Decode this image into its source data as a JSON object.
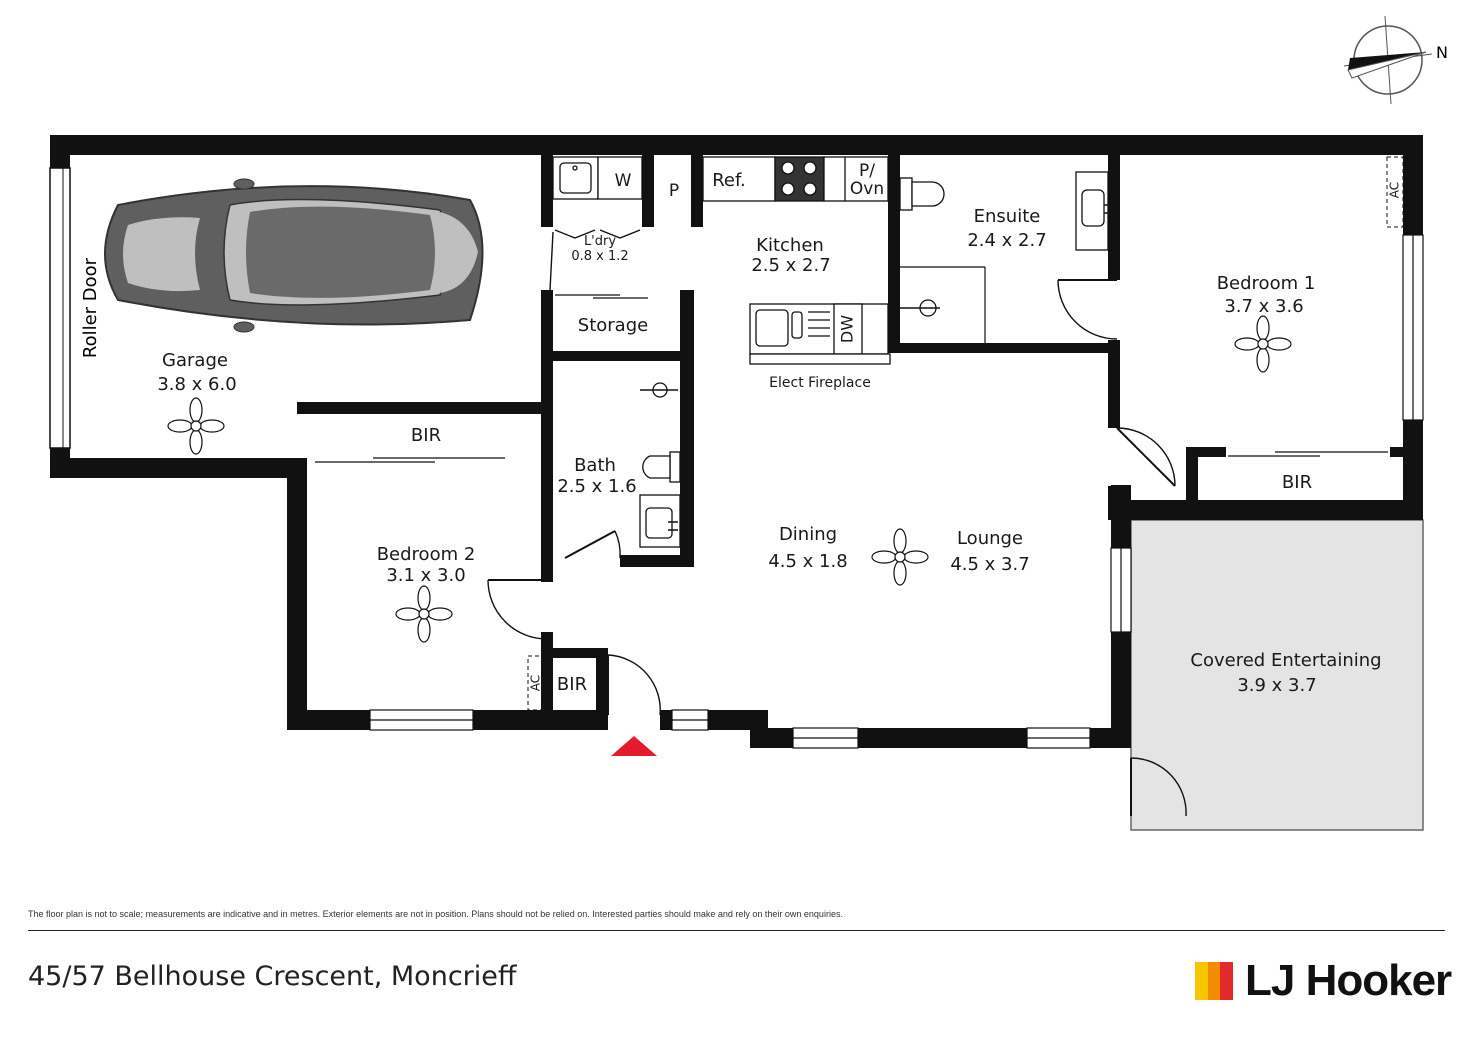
{
  "plan": {
    "rooms": {
      "garage": {
        "name": "Garage",
        "size": "3.8 x 6.0"
      },
      "laundry": {
        "name": "L'dry",
        "size": "0.8 x 1.2"
      },
      "kitchen": {
        "name": "Kitchen",
        "size": "2.5 x 2.7"
      },
      "ensuite": {
        "name": "Ensuite",
        "size": "2.4 x 2.7"
      },
      "bedroom1": {
        "name": "Bedroom 1",
        "size": "3.7 x 3.6"
      },
      "bedroom2": {
        "name": "Bedroom 2",
        "size": "3.1 x 3.0"
      },
      "bath": {
        "name": "Bath",
        "size": "2.5 x 1.6"
      },
      "dining": {
        "name": "Dining",
        "size": "4.5 x 1.8"
      },
      "lounge": {
        "name": "Lounge",
        "size": "4.5 x 3.7"
      },
      "entertaining": {
        "name": "Covered Entertaining",
        "size": "3.9 x 3.7"
      },
      "storage": {
        "name": "Storage"
      }
    },
    "labels": {
      "roller_door": "Roller Door",
      "washer": "W",
      "pantry": "P",
      "fridge": "Ref.",
      "oven_line1": "P/",
      "oven_line2": "Ovn",
      "dishwasher": "DW",
      "fireplace": "Elect Fireplace",
      "bir_bed2": "BIR",
      "bir_bed1": "BIR",
      "bir_hall": "BIR",
      "ac_bed1": "AC",
      "ac_bed2": "AC",
      "north": "N"
    },
    "colors": {
      "wall": "#111111",
      "entry_marker": "#e31b2b",
      "covered_area": "#e4e4e4",
      "car": "#5f5f5f"
    }
  },
  "footer": {
    "disclaimer": "The floor plan is not to scale; measurements are indicative and in metres. Exterior elements are not in position. Plans should not be relied on. Interested parties should make and rely on their own enquiries.",
    "address": "45/57 Bellhouse Crescent, Moncrieff",
    "brand": "LJ Hooker",
    "brand_colors": [
      "#f7c600",
      "#f28c00",
      "#e4292b"
    ]
  }
}
